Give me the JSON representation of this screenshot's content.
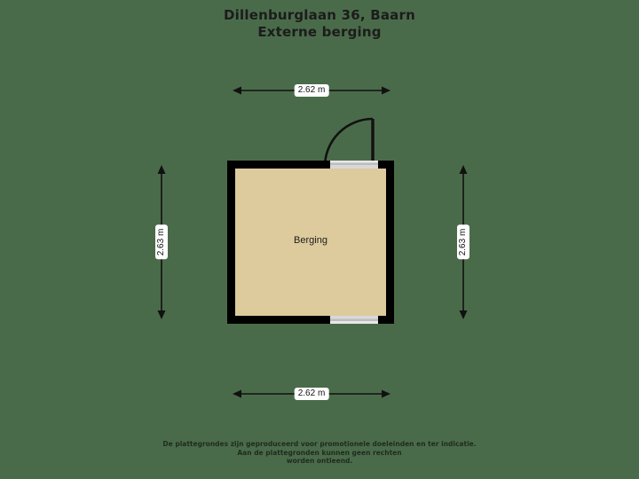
{
  "page": {
    "background_color": "#4a6b4a"
  },
  "title": {
    "line1": "Dillenburglaan 36, Baarn",
    "line2": "Externe berging"
  },
  "floorplan": {
    "room": {
      "label": "Berging",
      "wall_color": "#000000",
      "fill_color": "#ddcb9d"
    },
    "doors": [
      {
        "name": "top-door",
        "swing": "outward",
        "hinge": "right"
      },
      {
        "name": "bottom-door",
        "swing": "inward",
        "hinge": "right"
      }
    ],
    "dimensions": {
      "top": "2.62 m",
      "bottom": "2.62 m",
      "left": "2.63 m",
      "right": "2.63 m"
    }
  },
  "footer": {
    "line1": "De plattegrondes zijn geproduceerd voor promotionele doeleinden en ter indicatie.",
    "line2": "Aan de plattegronden kunnen geen rechten",
    "line3": "worden ontleend."
  }
}
